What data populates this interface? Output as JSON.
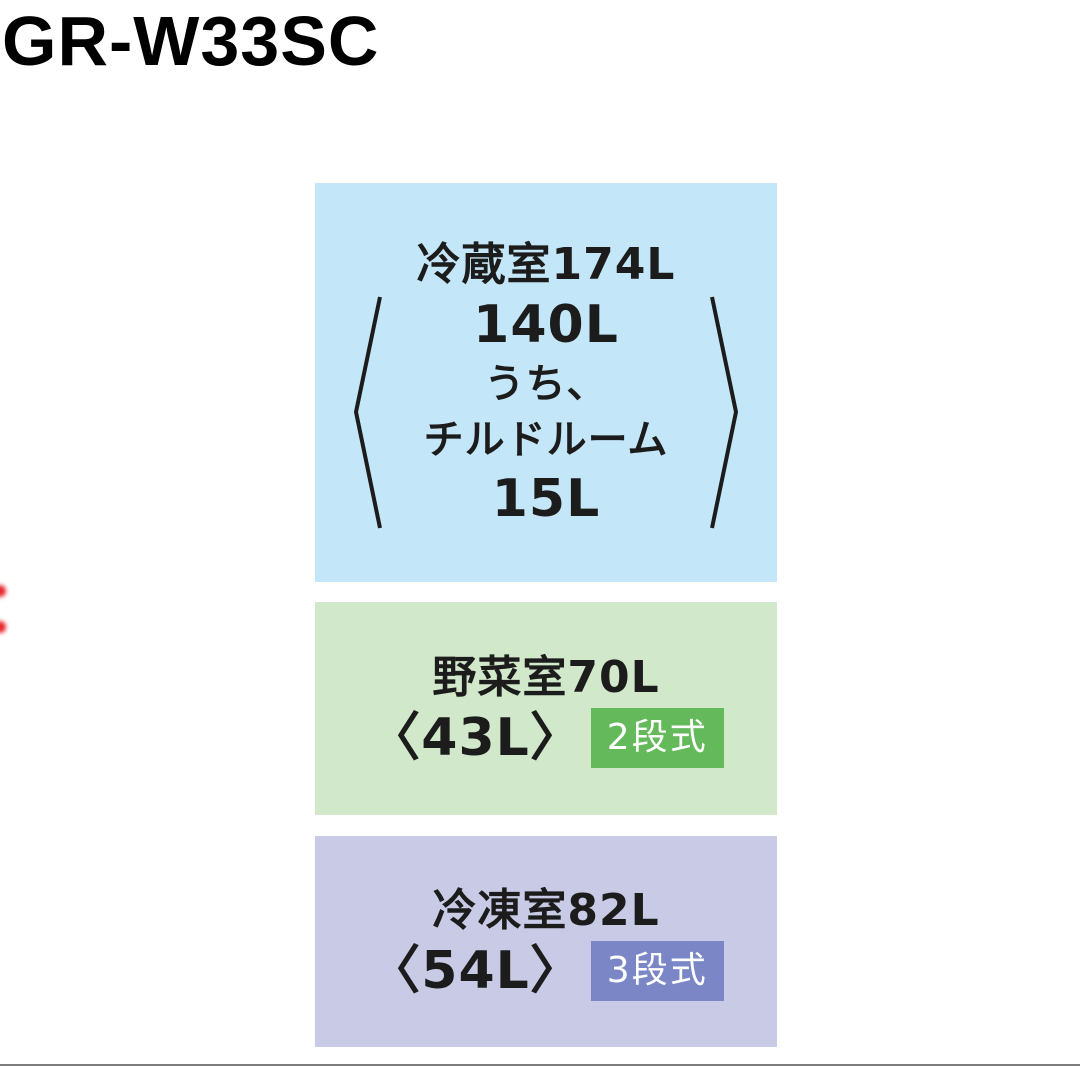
{
  "title": "GR-W33SC",
  "colors": {
    "fridge_bg": "#c3e6f8",
    "veg_bg": "#d1e8cb",
    "veg_badge": "#64b95a",
    "freezer_bg": "#c9cbe6",
    "freezer_badge": "#7a86c6",
    "text": "#1c1c1c",
    "side_mark": "#e8262a"
  },
  "compartments": {
    "fridge": {
      "label": "冷蔵室174L",
      "usable": "140L",
      "note_prefix": "うち、",
      "chilled_room": "チルドルーム",
      "chilled_volume": "15L"
    },
    "vegetable": {
      "label": "野菜室70L",
      "usable": "〈43L〉",
      "badge": "2段式"
    },
    "freezer": {
      "label": "冷凍室82L",
      "usable": "〈54L〉",
      "badge": "3段式"
    }
  }
}
